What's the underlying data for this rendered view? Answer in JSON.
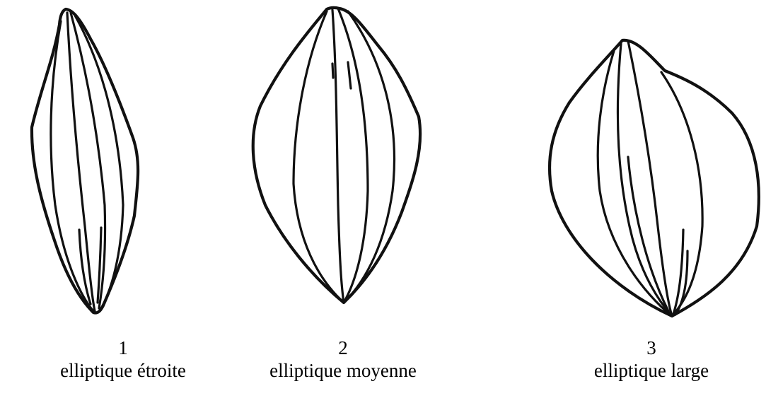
{
  "shapes": [
    {
      "number": "1",
      "label": "elliptique étroite"
    },
    {
      "number": "2",
      "label": "elliptique moyenne"
    },
    {
      "number": "3",
      "label": "elliptique large"
    }
  ],
  "colors": {
    "ink": "#111111",
    "background": "#ffffff"
  }
}
